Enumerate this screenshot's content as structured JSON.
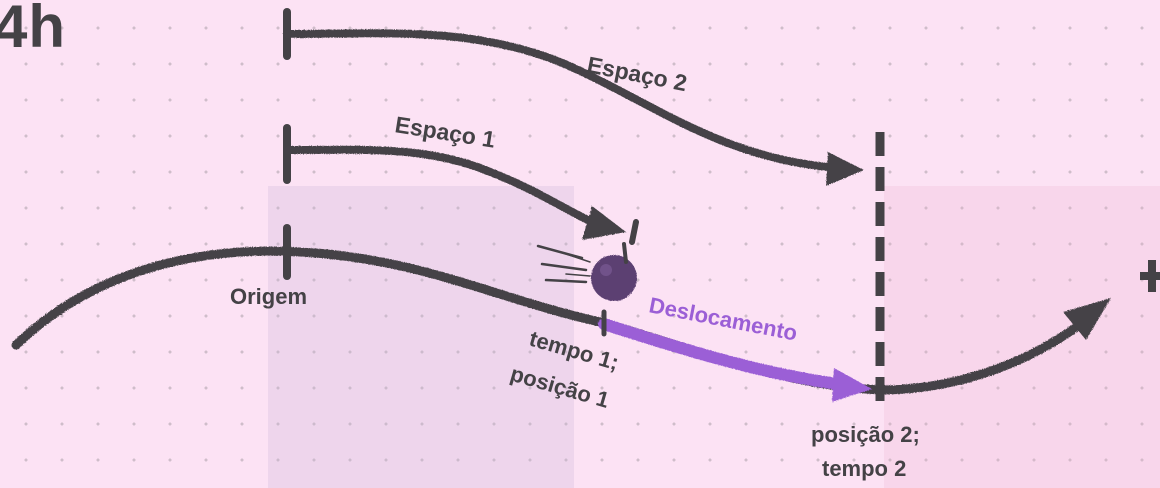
{
  "corner_title": "4h",
  "labels": {
    "espaco2": "Espaço 2",
    "espaco1": "Espaço 1",
    "origem": "Origem",
    "deslocamento": "Deslocamento",
    "tempo1_line1": "tempo 1;",
    "tempo1_line2": "posição 1",
    "posicao2_line1": "posição 2;",
    "posicao2_line2": "tempo 2"
  },
  "colors": {
    "background": "#fce2f4",
    "ink": "#444246",
    "accent": "#9b5fd6"
  }
}
